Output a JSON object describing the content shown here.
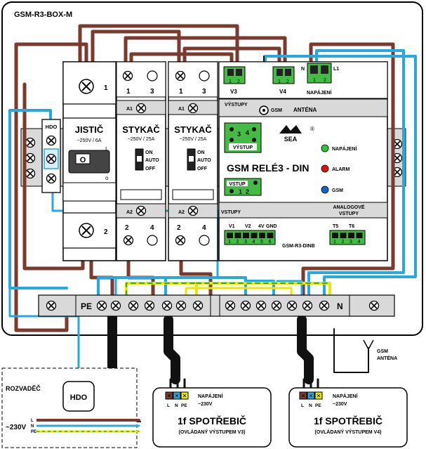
{
  "box_title": "GSM-R3-BOX-M",
  "breaker": {
    "title": "JISTIČ",
    "rating": "~250V / 6A",
    "term_top": "1",
    "term_bottom": "2",
    "on_mark": "I",
    "knob": "O",
    "off_mark": "o"
  },
  "contactor1": {
    "title": "STYKAČ",
    "rating": "~250V / 25A",
    "t1": "1",
    "t3": "3",
    "a1": "A1",
    "a2": "A2",
    "t2": "2",
    "t4": "4",
    "sw_on": "ON",
    "sw_auto": "AUTO",
    "sw_off": "OFF"
  },
  "contactor2": {
    "title": "STYKAČ",
    "rating": "~250V / 25A",
    "t1": "1",
    "t3": "3",
    "a1": "A1",
    "a2": "A2",
    "t2": "2",
    "t4": "4",
    "sw_on": "ON",
    "sw_auto": "AUTO",
    "sw_off": "OFF"
  },
  "hdo_module": "HDO",
  "gsm_module": {
    "title": "GSM RELÉ3 - DIN",
    "brand": "SEA",
    "reg": "®",
    "model": "GSM-R3-DINB",
    "outputs_label": "VÝSTUPY",
    "gsm_label": "GSM",
    "antenna_label": "ANTÉNA",
    "v3": "V3",
    "v4": "V4",
    "power": "NAPÁJENÍ",
    "n": "N",
    "l1": "L1",
    "p1": "1",
    "p2": "2",
    "out_box_label": "VÝSTUP",
    "out_nums": [
      "3",
      "4"
    ],
    "in_box_label": "VSTUP",
    "in_nums": [
      "1",
      "2"
    ],
    "led_power": "NAPÁJENÍ",
    "led_alarm": "ALARM",
    "led_gsm": "GSM",
    "led_colors": {
      "power": "#22cc33",
      "alarm": "#dd1111",
      "gsm": "#1166cc"
    },
    "inputs_label": "VSTUPY",
    "analog_label": "ANALOGOVÉ VSTUPY",
    "in_headers": [
      "V1",
      "V2",
      "4V",
      "GND"
    ],
    "in_pins": [
      "1",
      "2",
      "3",
      "4",
      "5",
      "6"
    ],
    "t_headers": [
      "T5",
      "T6"
    ],
    "t_pins": [
      "1",
      "2",
      "3",
      "4"
    ]
  },
  "terminal_strip": {
    "pe_label": "PE",
    "n_label": "N"
  },
  "antenna_label_1": "GSM",
  "antenna_label_2": "ANTÉNA",
  "panel": {
    "title": "ROZVADĚČ",
    "hdo": "HDO",
    "voltage": "~230V",
    "l": "L",
    "n": "N",
    "pe": "PE"
  },
  "load1": {
    "title": "1f SPOTŘEBIČ",
    "subtitle": "(OVLÁDANÝ VÝSTUPEM V3)",
    "power": "NAPÁJENÍ",
    "voltage": "~230V",
    "l": "L",
    "n": "N",
    "pe": "PE"
  },
  "load2": {
    "title": "1f SPOTŘEBIČ",
    "subtitle": "(OVLÁDANÝ VÝSTUPEM V4)",
    "power": "NAPÁJENÍ",
    "voltage": "~230V",
    "l": "L",
    "n": "N",
    "pe": "PE"
  },
  "colors": {
    "brown": "#7a3a2e",
    "blue": "#27a8e0",
    "green": "#33aa33",
    "yellow": "#e8e800",
    "black": "#111111",
    "grey": "#d0d0d0"
  }
}
